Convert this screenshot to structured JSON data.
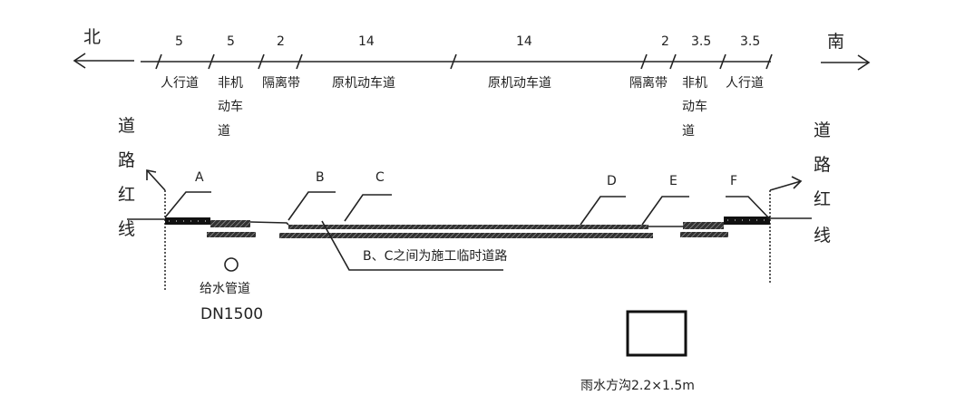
{
  "directions": {
    "north": "北",
    "south": "南"
  },
  "widths": [
    "5",
    "5",
    "2",
    "14",
    "14",
    "2",
    "3.5",
    "3.5"
  ],
  "lanes": {
    "sidewalk_n": "人行道",
    "nonmotor_n": [
      "非机",
      "动车",
      "道"
    ],
    "median_n": "隔离带",
    "motor_n": "原机动车道",
    "motor_s": "原机动车道",
    "median_s": "隔离带",
    "nonmotor_s": [
      "非机",
      "动车",
      "道"
    ],
    "sidewalk_s": "人行道"
  },
  "red_line_left": [
    "道",
    "路",
    "红",
    "线"
  ],
  "red_line_right": [
    "道",
    "路",
    "红",
    "线"
  ],
  "points": {
    "A": "A",
    "B": "B",
    "C": "C",
    "D": "D",
    "E": "E",
    "F": "F"
  },
  "note": "B、C之间为施工临时道路",
  "water_pipe": {
    "label": "给水管道",
    "size": "DN1500"
  },
  "storm_culvert": "雨水方沟2.2×1.5m"
}
